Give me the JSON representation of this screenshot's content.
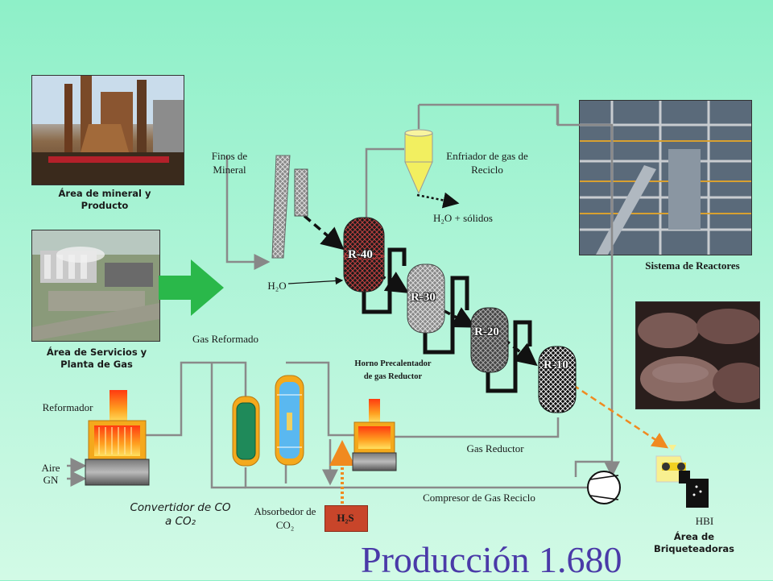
{
  "photos": {
    "mineral_caption": "Área de mineral y Producto",
    "servicios_caption": "Área de Servicios y Planta de Gas",
    "reactores_caption": "Sistema de Reactores",
    "briquetas_caption": "Área de Briqueteadoras"
  },
  "labels": {
    "finos": "Finos de Mineral",
    "enfriador": "Enfriador de gas de Reciclo",
    "h2o_solidos": "H₂O + sólidos",
    "h2o": "H₂O",
    "gas_reformado": "Gas Reformado",
    "horno": "Horno Precalentador de gas Reductor",
    "reformador": "Reformador",
    "aire": "Aire",
    "gn": "GN",
    "gas_reductor": "Gas Reductor",
    "compresor": "Compresor de Gas  Reciclo",
    "convertidor": "Convertidor de CO a CO₂",
    "absorbedor": "Absorbedor de CO₂",
    "h2s": "H₂S",
    "hbi": "HBI"
  },
  "reactors": [
    "R-40",
    "R-30",
    "R-20",
    "R-10"
  ],
  "title": "Producción 1.680",
  "colors": {
    "background": "#a6f2d4",
    "pipe": "#8a8a8a",
    "arrow_green": "#2ab84a",
    "title": "#4a3aa8",
    "h2s_box": "#c8452a",
    "orange_dashed": "#f08a20"
  }
}
